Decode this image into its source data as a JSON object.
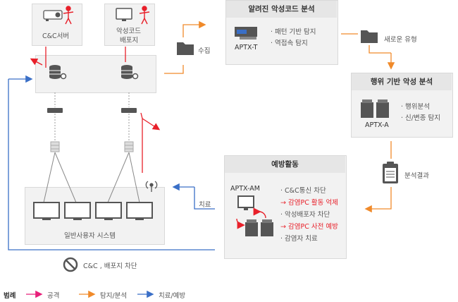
{
  "cc_server": {
    "label": "C&C서버"
  },
  "dist_server": {
    "label_line1": "악성코드",
    "label_line2": "배포지"
  },
  "collect_label": "수집",
  "known_analysis": {
    "title": "알려진 악성코드 분석",
    "product": "APTX-T",
    "items": [
      "· 패턴 기반 탐지",
      "· 역접속 탐지"
    ]
  },
  "new_type_label": "새로운 유형",
  "behavior_analysis": {
    "title": "행위 기반 악성 분석",
    "product": "APTX-A",
    "items": [
      "· 행위분석",
      "· 신/변종 탐지"
    ]
  },
  "analysis_result_label": "분석결과",
  "prevention": {
    "title": "예방활동",
    "product": "APTX-AM",
    "items": [
      {
        "text": "· C&C통신 차단",
        "red": false
      },
      {
        "text": "→ 감염PC 활동 억제",
        "red": true
      },
      {
        "text": "· 악성배포자 차단",
        "red": false
      },
      {
        "text": "→ 감염PC 사전 예방",
        "red": true
      },
      {
        "text": "· 감염자 치료",
        "red": false
      }
    ]
  },
  "treat_label": "치료",
  "user_system": {
    "label": "일반사용자 시스템"
  },
  "block_label": "C&C , 배포지 차단",
  "legend": {
    "title": "범례",
    "items": [
      {
        "label": "공격",
        "color": "#e8207a"
      },
      {
        "label": "탐지/분석",
        "color": "#f08a2a"
      },
      {
        "label": "치료/예방",
        "color": "#3a6fc7"
      }
    ]
  },
  "colors": {
    "attack": "#e8202a",
    "detect": "#f08a2a",
    "treat": "#3a6fc7"
  }
}
